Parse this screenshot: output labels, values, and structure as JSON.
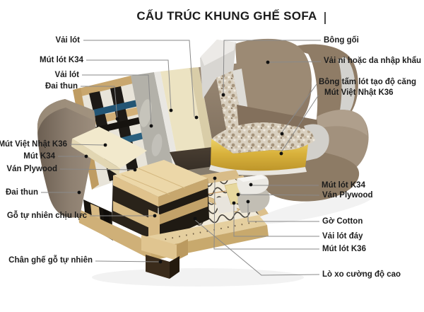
{
  "title": "CẤU TRÚC KHUNG GHẾ SOFA",
  "labels": {
    "left": [
      {
        "text": "Vải lót"
      },
      {
        "text": "Mút lót K34"
      },
      {
        "text": "Vải lót"
      },
      {
        "text": "Đai thun"
      },
      {
        "text": "Mút Việt Nhật K36"
      },
      {
        "text": "Mút K34"
      },
      {
        "text": "Ván Plywood"
      },
      {
        "text": "Đai thun"
      },
      {
        "text": "Gỗ tự nhiên chịu lực"
      },
      {
        "text": "Chân ghế gỗ tự nhiên"
      }
    ],
    "right": [
      {
        "text": "Bông gối"
      },
      {
        "text": "Vải nỉ hoặc da nhập khẩu"
      },
      {
        "text": "Bông tấm lót tạo độ căng"
      },
      {
        "text": "Mút Việt Nhật K36"
      },
      {
        "text": "Mút lót K34"
      },
      {
        "text": "Ván Plywood"
      },
      {
        "text": "Gờ Cotton"
      },
      {
        "text": "Vải lót đáy"
      },
      {
        "text": "Mút lót K36"
      },
      {
        "text": "Lò xo cường độ cao"
      }
    ]
  },
  "colors": {
    "fabric_brown": "#9c8a74",
    "fabric_brown_dark": "#8b7963",
    "foam_yellow": "#d9b23c",
    "foam_cream": "#ece3c2",
    "wood_pine": "#e0c38e",
    "wood_dark_leg": "#3a2b1b",
    "strap_black": "#1d1a16",
    "strap_blue": "#235574",
    "spring_wire": "#45413a",
    "leader_line": "#8a8a8a",
    "dot": "#111111",
    "text": "#1c1c1c"
  }
}
